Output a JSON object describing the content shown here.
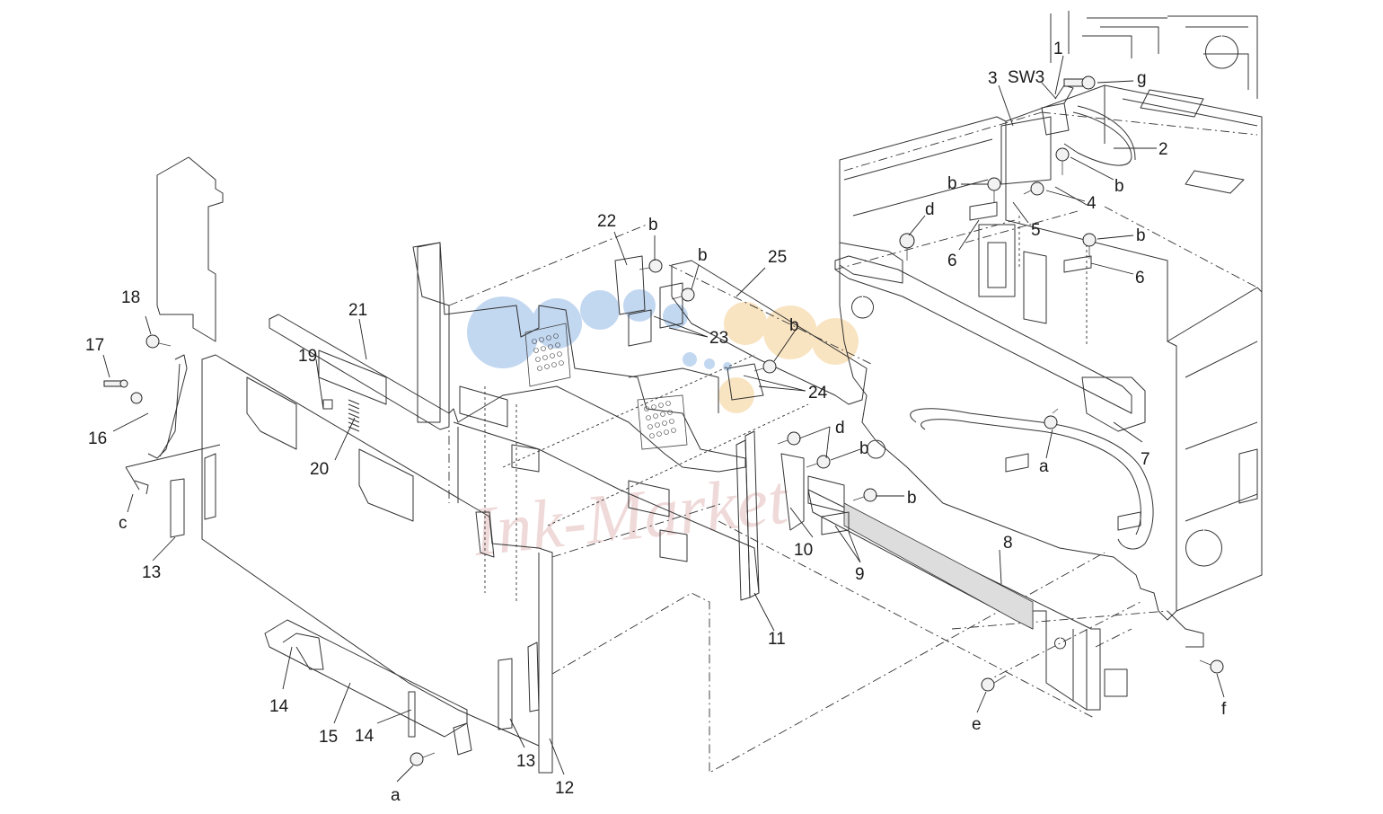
{
  "watermark": {
    "text": "Ink-Market",
    "colors": {
      "dots": "#7aa7e0",
      "dots_alt": "#f3c47a",
      "text": "#bb5555"
    }
  },
  "callouts": [
    {
      "id": "1",
      "text": "1"
    },
    {
      "id": "sw3",
      "text": "SW3"
    },
    {
      "id": "3",
      "text": "3"
    },
    {
      "id": "g",
      "text": "g"
    },
    {
      "id": "2",
      "text": "2"
    },
    {
      "id": "b1",
      "text": "b"
    },
    {
      "id": "b2",
      "text": "b"
    },
    {
      "id": "4",
      "text": "4"
    },
    {
      "id": "5",
      "text": "5"
    },
    {
      "id": "d1",
      "text": "d"
    },
    {
      "id": "6a",
      "text": "6"
    },
    {
      "id": "b3",
      "text": "b"
    },
    {
      "id": "6b",
      "text": "6"
    },
    {
      "id": "22",
      "text": "22"
    },
    {
      "id": "b4",
      "text": "b"
    },
    {
      "id": "b5",
      "text": "b"
    },
    {
      "id": "25",
      "text": "25"
    },
    {
      "id": "18",
      "text": "18"
    },
    {
      "id": "21",
      "text": "21"
    },
    {
      "id": "23",
      "text": "23"
    },
    {
      "id": "b6",
      "text": "b"
    },
    {
      "id": "17",
      "text": "17"
    },
    {
      "id": "19",
      "text": "19"
    },
    {
      "id": "24",
      "text": "24"
    },
    {
      "id": "16",
      "text": "16"
    },
    {
      "id": "d2",
      "text": "d"
    },
    {
      "id": "b7",
      "text": "b"
    },
    {
      "id": "a1",
      "text": "a"
    },
    {
      "id": "7",
      "text": "7"
    },
    {
      "id": "20",
      "text": "20"
    },
    {
      "id": "b8",
      "text": "b"
    },
    {
      "id": "c",
      "text": "c"
    },
    {
      "id": "10",
      "text": "10"
    },
    {
      "id": "9",
      "text": "9"
    },
    {
      "id": "8",
      "text": "8"
    },
    {
      "id": "13a",
      "text": "13"
    },
    {
      "id": "11",
      "text": "11"
    },
    {
      "id": "14a",
      "text": "14"
    },
    {
      "id": "15",
      "text": "15"
    },
    {
      "id": "14b",
      "text": "14"
    },
    {
      "id": "13b",
      "text": "13"
    },
    {
      "id": "e",
      "text": "e"
    },
    {
      "id": "f",
      "text": "f"
    },
    {
      "id": "a2",
      "text": "a"
    },
    {
      "id": "12",
      "text": "12"
    }
  ]
}
